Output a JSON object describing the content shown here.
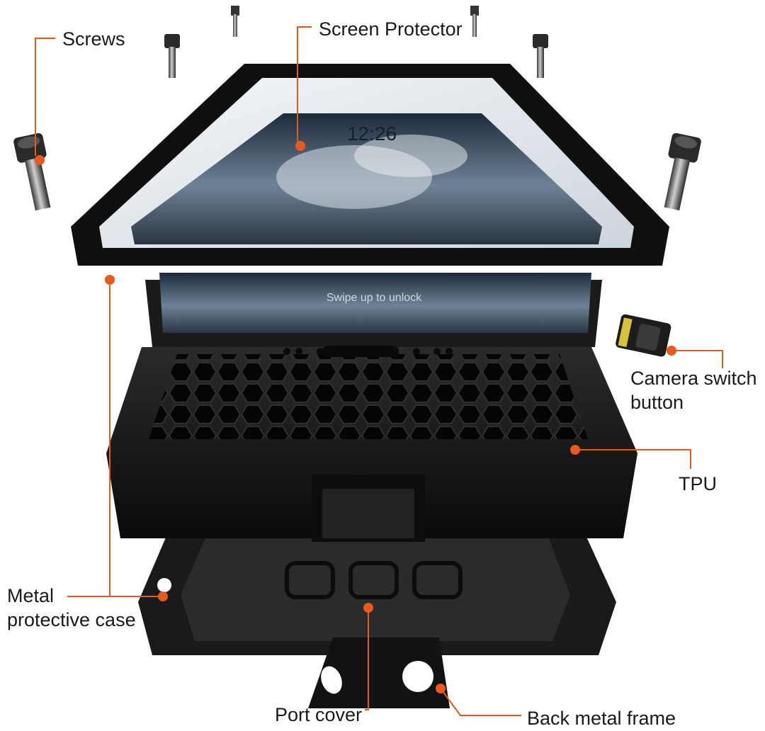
{
  "labels": {
    "screws": "Screws",
    "screen_protector": "Screen Protector",
    "camera_switch": [
      "Camera switch",
      "button"
    ],
    "tpu": "TPU",
    "metal_case": [
      "Metal",
      "protective case"
    ],
    "port_cover": "Port cover",
    "back_frame": "Back metal frame"
  },
  "phone_screen": {
    "time": "12:26",
    "lock_hint": "Swipe up to unlock"
  },
  "colors": {
    "callout": "#e8591a",
    "case": "#111111",
    "text": "#1a1a1a"
  }
}
